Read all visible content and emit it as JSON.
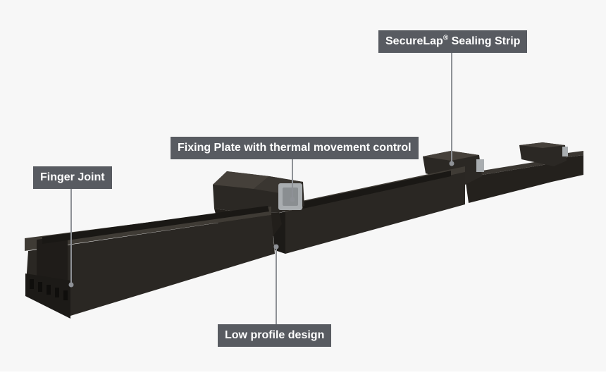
{
  "colors": {
    "background": "#f7f7f7",
    "label_bg": "#585b61",
    "label_text": "#ffffff",
    "product_body": "#2a2723",
    "product_dark": "#1a1815",
    "fixing_plate": "#a9adb0",
    "leader_line": "#8e9196"
  },
  "callouts": {
    "finger_joint": "Finger Joint",
    "fixing_plate": "Fixing Plate with thermal movement control",
    "sealing_strip_brand": "SecureLap",
    "sealing_strip_mark": "®",
    "sealing_strip_rest": " Sealing Strip",
    "low_profile": "Low profile design"
  }
}
